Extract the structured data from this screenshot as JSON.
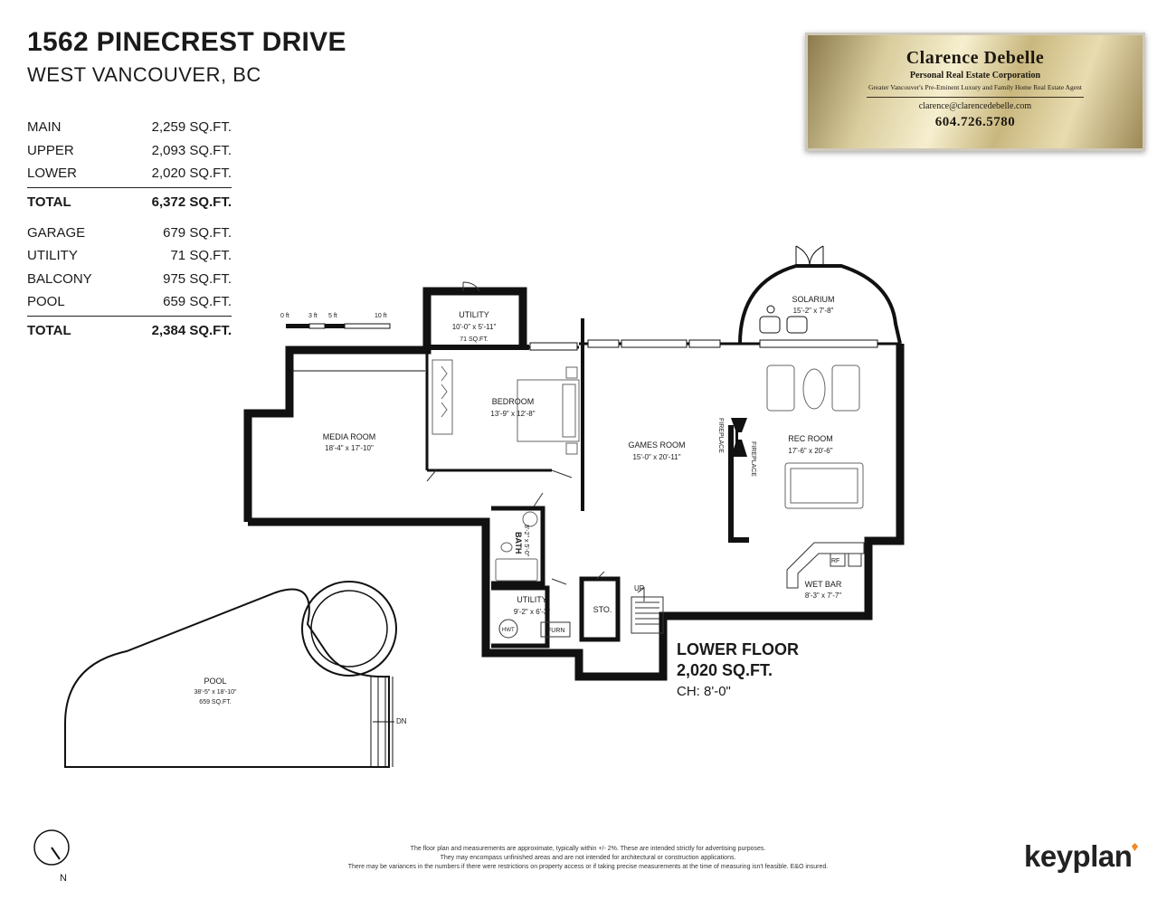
{
  "header": {
    "address": "1562 PINECREST DRIVE",
    "city": "WEST VANCOUVER, BC"
  },
  "areas": {
    "main": {
      "label": "MAIN",
      "value": "2,259 SQ.FT."
    },
    "upper": {
      "label": "UPPER",
      "value": "2,093 SQ.FT."
    },
    "lower": {
      "label": "LOWER",
      "value": "2,020 SQ.FT."
    },
    "total1": {
      "label": "TOTAL",
      "value": "6,372 SQ.FT."
    },
    "garage": {
      "label": "GARAGE",
      "value": "679 SQ.FT."
    },
    "utility": {
      "label": "UTILITY",
      "value": "71 SQ.FT."
    },
    "balcony": {
      "label": "BALCONY",
      "value": "975 SQ.FT."
    },
    "pool": {
      "label": "POOL",
      "value": "659 SQ.FT."
    },
    "total2": {
      "label": "TOTAL",
      "value": "2,384 SQ.FT."
    }
  },
  "agent": {
    "name": "Clarence Debelle",
    "corporation": "Personal Real Estate Corporation",
    "tagline": "Greater Vancouver's Pre-Eminent Luxury and Family Home Real Estate Agent",
    "email": "clarence@clarencedebelle.com",
    "phone": "604.726.5780"
  },
  "scale": {
    "t0": "0 ft",
    "t3": "3 ft",
    "t5": "5 ft",
    "t10": "10 ft"
  },
  "rooms": {
    "utility_top": {
      "name": "UTILITY",
      "dims": "10'-0\"  x  5'-11\"",
      "area": "71 SQ.FT."
    },
    "solarium": {
      "name": "SOLARIUM",
      "dims": "15'-2\"  x  7'-8\""
    },
    "bedroom": {
      "name": "BEDROOM",
      "dims": "13'-9\"  x  12'-8\""
    },
    "media": {
      "name": "MEDIA ROOM",
      "dims": "18'-4\"  x  17'-10\""
    },
    "games": {
      "name": "GAMES ROOM",
      "dims": "15'-0\"  x  20'-11\""
    },
    "rec": {
      "name": "REC ROOM",
      "dims": "17'-6\"  x  20'-6\""
    },
    "bath": {
      "name": "BATH",
      "dims": "8'-2\" x 5'-0\""
    },
    "utility_low": {
      "name": "UTILITY",
      "dims": "9'-2\"  x  6'-3\""
    },
    "sto": {
      "name": "STO."
    },
    "wetbar": {
      "name": "WET BAR",
      "dims": "8'-3\"  x  7'-7\""
    },
    "pool": {
      "name": "POOL",
      "dims": "38'-5\" x 18'-10\"",
      "area": "659 SQ.FT."
    }
  },
  "fixtures": {
    "fireplace": "FIREPLACE",
    "hwt": "HWT",
    "furn": "FURN",
    "rf": "RF",
    "up": "UP",
    "dn": "DN"
  },
  "floor": {
    "name": "LOWER FLOOR",
    "area": "2,020 SQ.FT.",
    "ceiling": "CH: 8'-0\""
  },
  "compass": {
    "label": "N"
  },
  "disclaimer": {
    "line1": "The floor plan and measurements are approximate, typically within +/- 2%. These are intended strictly for advertising purposes.",
    "line2": "They may encompass unfinished areas and are not intended for architectural or construction applications.",
    "line3": "There may be variances in the numbers if there were restrictions on property access or if taking precise measurements at the time of measuring isn't feasible. E&O insured."
  },
  "brand": {
    "logo": "keyplan",
    "accent": "#f08a24"
  }
}
